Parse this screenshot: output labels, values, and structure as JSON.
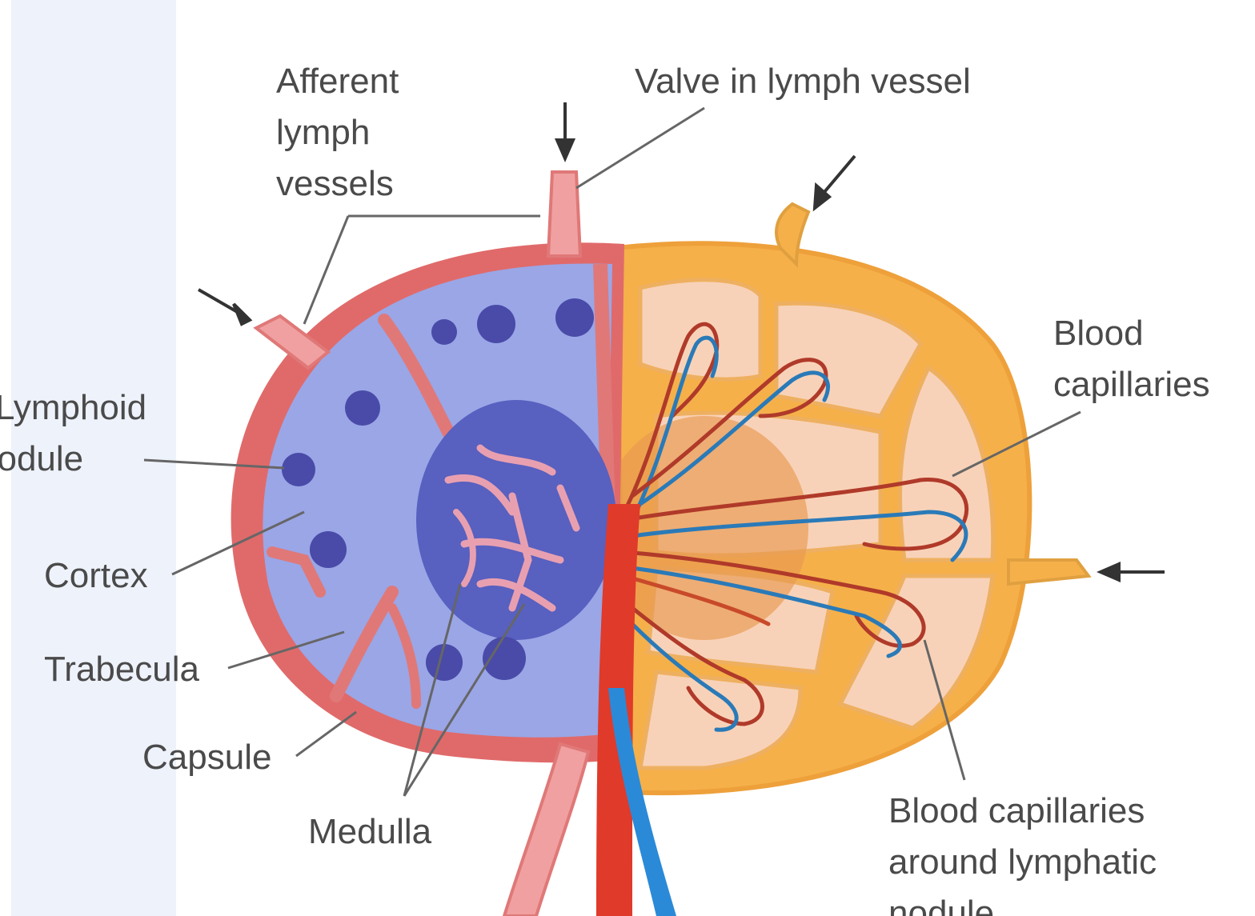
{
  "labels": {
    "afferent": [
      "Afferent",
      "lymph",
      "vessels"
    ],
    "valve": "Valve in lymph vessel",
    "blood_cap": [
      "Blood",
      "capillaries"
    ],
    "lymphoid": [
      "Lymphoid",
      "nodule"
    ],
    "cortex": "Cortex",
    "trabecula": "Trabecula",
    "capsule": "Capsule",
    "medulla": "Medulla",
    "blood_cap_nodule": [
      "Blood capillaries",
      "around lymphatic",
      "nodule"
    ]
  },
  "colors": {
    "capsule": "#e06a6a",
    "cortex": "#9aa6e6",
    "nodule": "#4a4aa8",
    "right_sinus": "#f5b04a",
    "right_inner": "#f8d2b8",
    "artery": "#e03a2a",
    "vein": "#2a8ad8",
    "lymph_vessel": "#f0a0a0"
  }
}
